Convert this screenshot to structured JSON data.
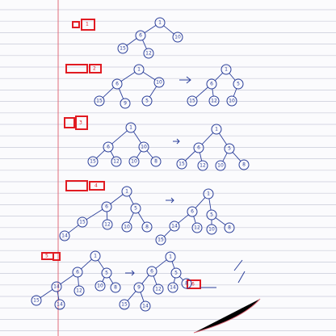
{
  "labels": [
    "1",
    "2",
    "3",
    "4",
    "5",
    "6"
  ],
  "trees": [
    {
      "nodes": [
        [
          "1",
          198,
          28
        ],
        [
          "6",
          174,
          44
        ],
        [
          "10",
          220,
          46
        ],
        [
          "15",
          152,
          60
        ],
        [
          "12",
          184,
          66
        ]
      ],
      "edges": [
        [
          0,
          1
        ],
        [
          0,
          2
        ],
        [
          1,
          3
        ],
        [
          1,
          4
        ]
      ]
    },
    {
      "nodes": [
        [
          "1",
          172,
          86
        ],
        [
          "6",
          145,
          104
        ],
        [
          "10",
          197,
          102
        ],
        [
          "15",
          123,
          125
        ],
        [
          "9",
          155,
          128
        ],
        [
          "5",
          182,
          125
        ]
      ],
      "edges": [
        [
          0,
          1
        ],
        [
          0,
          2
        ],
        [
          1,
          3
        ],
        [
          1,
          4
        ],
        [
          2,
          5
        ]
      ]
    },
    {
      "nodes": [
        [
          "1",
          280,
          86
        ],
        [
          "6",
          262,
          104
        ],
        [
          "5",
          295,
          104
        ],
        [
          "15",
          238,
          125
        ],
        [
          "12",
          265,
          125
        ],
        [
          "10",
          287,
          125
        ]
      ],
      "edges": [
        [
          0,
          1
        ],
        [
          0,
          2
        ],
        [
          1,
          3
        ],
        [
          1,
          4
        ],
        [
          2,
          5
        ]
      ]
    },
    {
      "nodes": [
        [
          "1",
          162,
          158
        ],
        [
          "6",
          134,
          182
        ],
        [
          "10",
          178,
          182
        ],
        [
          "15",
          115,
          200
        ],
        [
          "12",
          144,
          200
        ],
        [
          "10",
          166,
          200
        ],
        [
          "8",
          193,
          200
        ]
      ],
      "edges": [
        [
          0,
          1
        ],
        [
          0,
          2
        ],
        [
          1,
          3
        ],
        [
          1,
          4
        ],
        [
          2,
          5
        ],
        [
          2,
          6
        ]
      ]
    },
    {
      "nodes": [
        [
          "1",
          268,
          160
        ],
        [
          "6",
          246,
          183
        ],
        [
          "5",
          284,
          184
        ],
        [
          "15",
          225,
          203
        ],
        [
          "12",
          251,
          205
        ],
        [
          "10",
          273,
          205
        ],
        [
          "8",
          302,
          204
        ]
      ],
      "edges": [
        [
          0,
          1
        ],
        [
          0,
          2
        ],
        [
          1,
          3
        ],
        [
          1,
          4
        ],
        [
          2,
          5
        ],
        [
          2,
          6
        ]
      ]
    },
    {
      "nodes": [
        [
          "1",
          157,
          237
        ],
        [
          "6",
          132,
          256
        ],
        [
          "5",
          168,
          258
        ],
        [
          "15",
          102,
          275
        ],
        [
          "12",
          133,
          278
        ],
        [
          "10",
          157,
          281
        ],
        [
          "8",
          182,
          281
        ],
        [
          "14",
          80,
          292
        ]
      ],
      "edges": [
        [
          0,
          1
        ],
        [
          0,
          2
        ],
        [
          1,
          3
        ],
        [
          1,
          4
        ],
        [
          2,
          5
        ],
        [
          2,
          6
        ],
        [
          3,
          7
        ]
      ]
    },
    {
      "nodes": [
        [
          "1",
          258,
          240
        ],
        [
          "6",
          238,
          262
        ],
        [
          "5",
          262,
          266
        ],
        [
          "14",
          216,
          280
        ],
        [
          "12",
          244,
          282
        ],
        [
          "10",
          262,
          284
        ],
        [
          "8",
          284,
          282
        ],
        [
          "15",
          199,
          297
        ]
      ],
      "edges": [
        [
          0,
          1
        ],
        [
          0,
          2
        ],
        [
          1,
          3
        ],
        [
          1,
          4
        ],
        [
          2,
          5
        ],
        [
          2,
          6
        ],
        [
          3,
          7
        ]
      ]
    },
    {
      "nodes": [
        [
          "1",
          118,
          317
        ],
        [
          "6",
          96,
          337
        ],
        [
          "5",
          132,
          338
        ],
        [
          "14",
          70,
          355
        ],
        [
          "12",
          98,
          360
        ],
        [
          "10",
          124,
          354
        ],
        [
          "8",
          143,
          356
        ],
        [
          "15",
          45,
          372
        ],
        [
          "14",
          74,
          377
        ]
      ],
      "edges": [
        [
          0,
          1
        ],
        [
          0,
          2
        ],
        [
          1,
          3
        ],
        [
          1,
          4
        ],
        [
          2,
          5
        ],
        [
          2,
          6
        ],
        [
          3,
          7
        ],
        [
          3,
          8
        ]
      ]
    },
    {
      "nodes": [
        [
          "1",
          211,
          318
        ],
        [
          "6",
          188,
          336
        ],
        [
          "5",
          218,
          338
        ],
        [
          "9",
          172,
          356
        ],
        [
          "12",
          196,
          358
        ],
        [
          "14",
          214,
          356
        ],
        [
          "8",
          231,
          351
        ],
        [
          "15",
          154,
          377
        ],
        [
          "14",
          180,
          379
        ]
      ],
      "edges": [
        [
          0,
          1
        ],
        [
          0,
          2
        ],
        [
          1,
          3
        ],
        [
          1,
          4
        ],
        [
          2,
          5
        ],
        [
          2,
          6
        ],
        [
          3,
          7
        ],
        [
          3,
          8
        ]
      ]
    }
  ]
}
